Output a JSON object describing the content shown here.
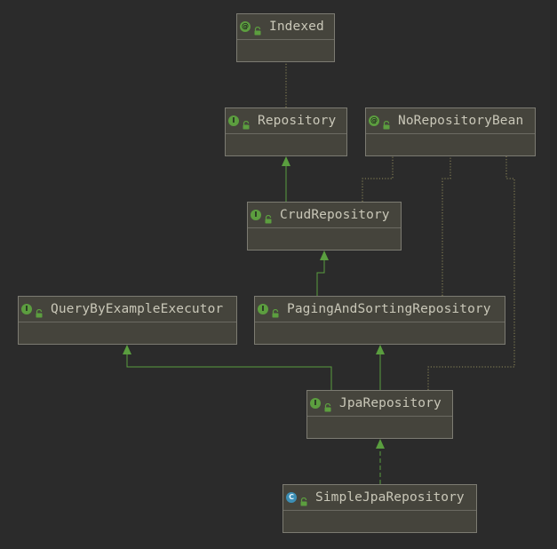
{
  "diagram": {
    "colors": {
      "background": "#2b2b2b",
      "node_fill": "#45443c",
      "node_border": "#7c7b72",
      "text": "#c9c7b8",
      "extends_edge": "#5a9e3f",
      "dependency_edge": "#8f8a5a",
      "interface_icon": "#5c9e3f",
      "class_icon": "#3d8fb5"
    },
    "nodes": [
      {
        "id": "indexed",
        "name": "Indexed",
        "kind": "annotation",
        "icon_letter": "@",
        "icon": "annotation-icon"
      },
      {
        "id": "repository",
        "name": "Repository",
        "kind": "interface",
        "icon_letter": "I",
        "icon": "interface-icon"
      },
      {
        "id": "norepositorybean",
        "name": "NoRepositoryBean",
        "kind": "annotation",
        "icon_letter": "@",
        "icon": "annotation-icon"
      },
      {
        "id": "crudrepository",
        "name": "CrudRepository",
        "kind": "interface",
        "icon_letter": "I",
        "icon": "interface-icon"
      },
      {
        "id": "querybyexampleexecutor",
        "name": "QueryByExampleExecutor",
        "kind": "interface",
        "icon_letter": "I",
        "icon": "interface-icon"
      },
      {
        "id": "pagingandsortingrepository",
        "name": "PagingAndSortingRepository",
        "kind": "interface",
        "icon_letter": "I",
        "icon": "interface-icon"
      },
      {
        "id": "jparepository",
        "name": "JpaRepository",
        "kind": "interface",
        "icon_letter": "I",
        "icon": "interface-icon"
      },
      {
        "id": "simplejparepository",
        "name": "SimpleJpaRepository",
        "kind": "class",
        "icon_letter": "C",
        "icon": "class-icon"
      }
    ],
    "edges": [
      {
        "from": "repository",
        "to": "indexed",
        "type": "annotation"
      },
      {
        "from": "crudrepository",
        "to": "repository",
        "type": "extends"
      },
      {
        "from": "crudrepository",
        "to": "norepositorybean",
        "type": "annotation"
      },
      {
        "from": "pagingandsortingrepository",
        "to": "crudrepository",
        "type": "extends"
      },
      {
        "from": "pagingandsortingrepository",
        "to": "norepositorybean",
        "type": "annotation"
      },
      {
        "from": "jparepository",
        "to": "pagingandsortingrepository",
        "type": "extends"
      },
      {
        "from": "jparepository",
        "to": "querybyexampleexecutor",
        "type": "extends"
      },
      {
        "from": "jparepository",
        "to": "norepositorybean",
        "type": "annotation"
      },
      {
        "from": "simplejparepository",
        "to": "jparepository",
        "type": "implements"
      }
    ]
  }
}
